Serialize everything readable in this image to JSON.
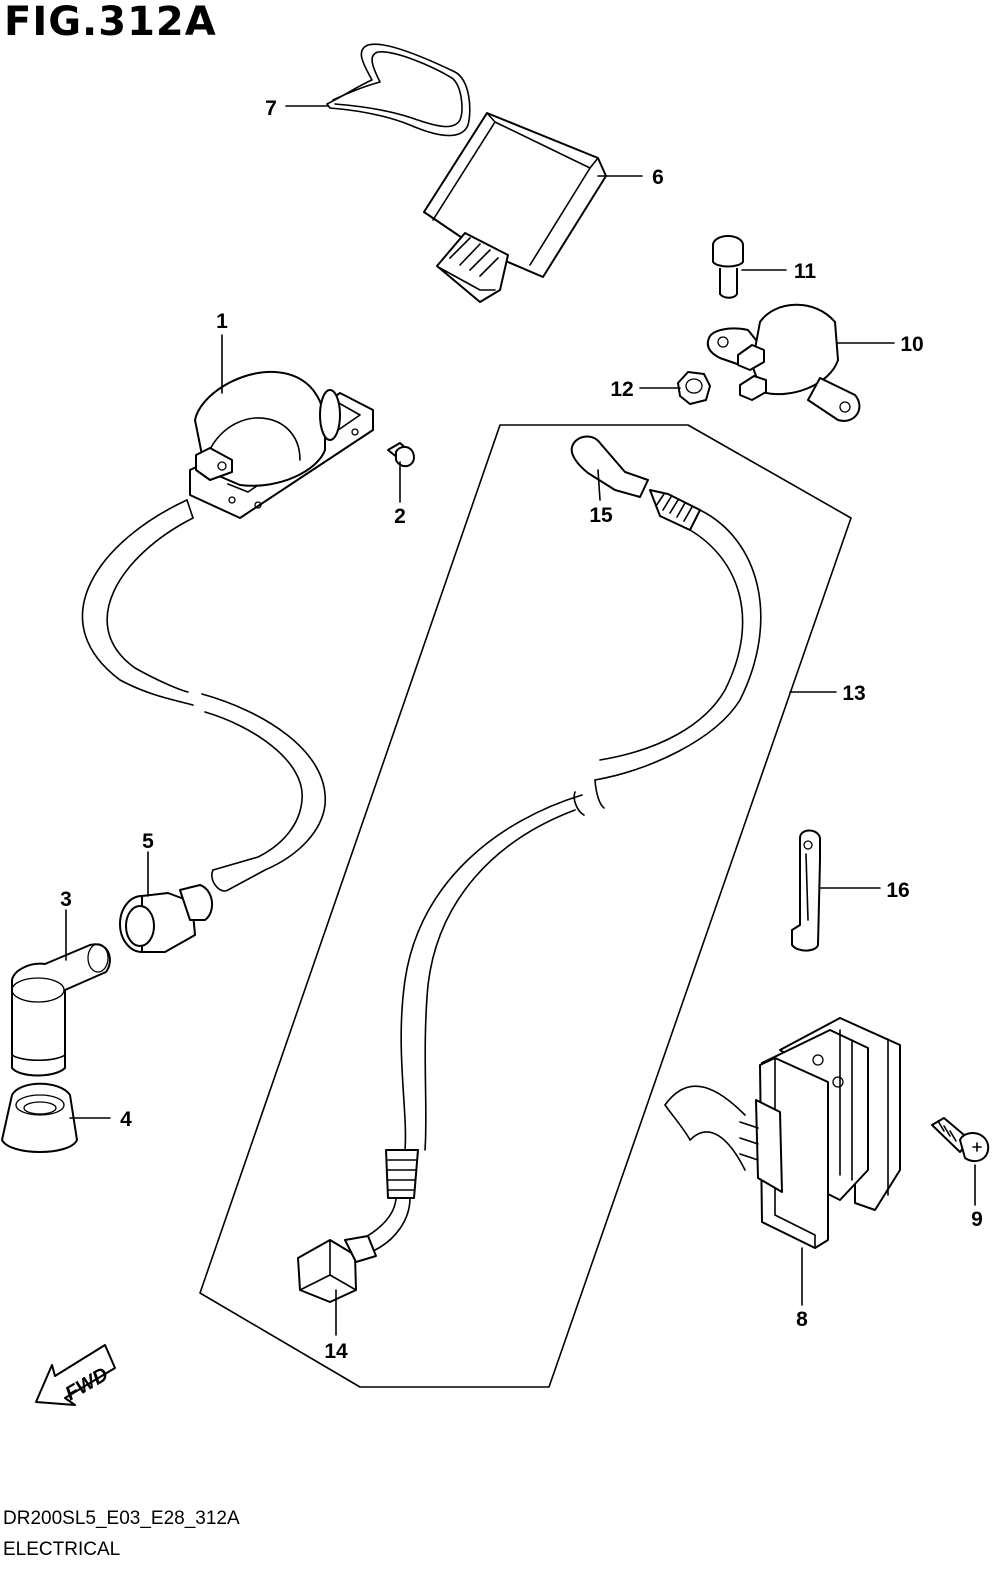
{
  "figure": {
    "title": "FIG.312A",
    "code": "DR200SL5_E03_E28_312A",
    "caption": "ELECTRICAL"
  },
  "fwd_label": "FWD",
  "callouts": [
    {
      "id": "c1",
      "label": "1"
    },
    {
      "id": "c2",
      "label": "2"
    },
    {
      "id": "c3",
      "label": "3"
    },
    {
      "id": "c4",
      "label": "4"
    },
    {
      "id": "c5",
      "label": "5"
    },
    {
      "id": "c6",
      "label": "6"
    },
    {
      "id": "c7",
      "label": "7"
    },
    {
      "id": "c8",
      "label": "8"
    },
    {
      "id": "c9",
      "label": "9"
    },
    {
      "id": "c10",
      "label": "10"
    },
    {
      "id": "c11",
      "label": "11"
    },
    {
      "id": "c12",
      "label": "12"
    },
    {
      "id": "c13",
      "label": "13"
    },
    {
      "id": "c14",
      "label": "14"
    },
    {
      "id": "c15",
      "label": "15"
    },
    {
      "id": "c16",
      "label": "16"
    }
  ]
}
